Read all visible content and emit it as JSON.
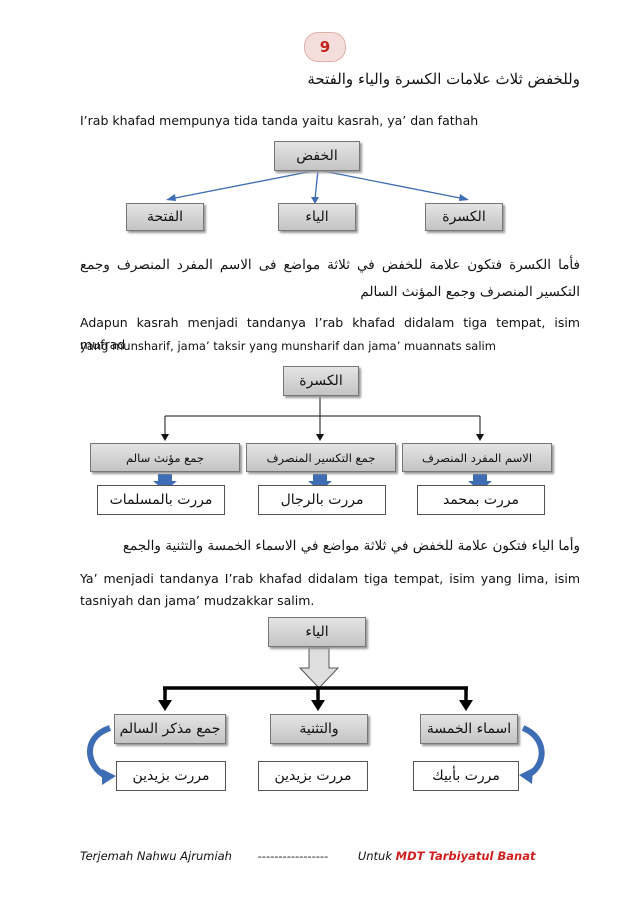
{
  "page": {
    "number": "9"
  },
  "sections": {
    "khafad": {
      "heading_ar": "وللخفض ثلاث علامات الكسرة والياء والفتحة",
      "translation": "I’rab khafad mempunya  tida tanda yaitu kasrah, ya’ dan fathah",
      "diagram": {
        "root": "الخفض",
        "children": [
          "الكسرة",
          "الياء",
          "الفتحة"
        ]
      }
    },
    "kasrah": {
      "text_ar_line1": "فأما الكسرة فتكون علامة للخفض في ثلاثة مواضع فى الاسم المفرد المنصرف وجمع",
      "text_ar_line2": "التكسير المنصرف وجمع المؤنث السالم",
      "translation_line1": "Adapun kasrah menjadi tandanya I’rab khafad didalam tiga tempat, isim mufrad",
      "translation_line2": "yang munsharif, jama’ taksir yang munsharif dan jama’ muannats salim",
      "diagram": {
        "root": "الكسرة",
        "categories": [
          "الاسم المفرد المنصرف",
          "جمع التكسير المنصرف",
          "جمع مؤنث سالم"
        ],
        "examples": [
          "مررت بمحمد",
          "مررت بالرجال",
          "مررت بالمسلمات"
        ]
      }
    },
    "ya": {
      "text_ar": "وأما الياء فتكون علامة للخفض في ثلاثة مواضع في الاسماء الخمسة والتثنية والجمع",
      "translation_line1": "Ya’ menjadi tandanya I’rab khafad didalam tiga tempat, isim yang lima, isim",
      "translation_line2": "tasniyah dan jama’ mudzakkar salim.",
      "diagram": {
        "root": "الياء",
        "categories": [
          "اسماء الخمسة",
          "والتثنية",
          "جمع مذكر السالم"
        ],
        "examples": [
          "مررت بأبيك",
          "مررت بزيدين",
          "مررت بزيدين"
        ]
      }
    }
  },
  "footer": {
    "left": "Terjemah Nahwu Ajrumiah",
    "dashes": "-----------------",
    "right_prefix": "Untuk",
    "right_brand": "MDT Tarbiyatul Banat"
  },
  "colors": {
    "page_number": "#c0251c",
    "arrow_blue": "#3e6db5",
    "footer_brand": "#d11f1f"
  }
}
